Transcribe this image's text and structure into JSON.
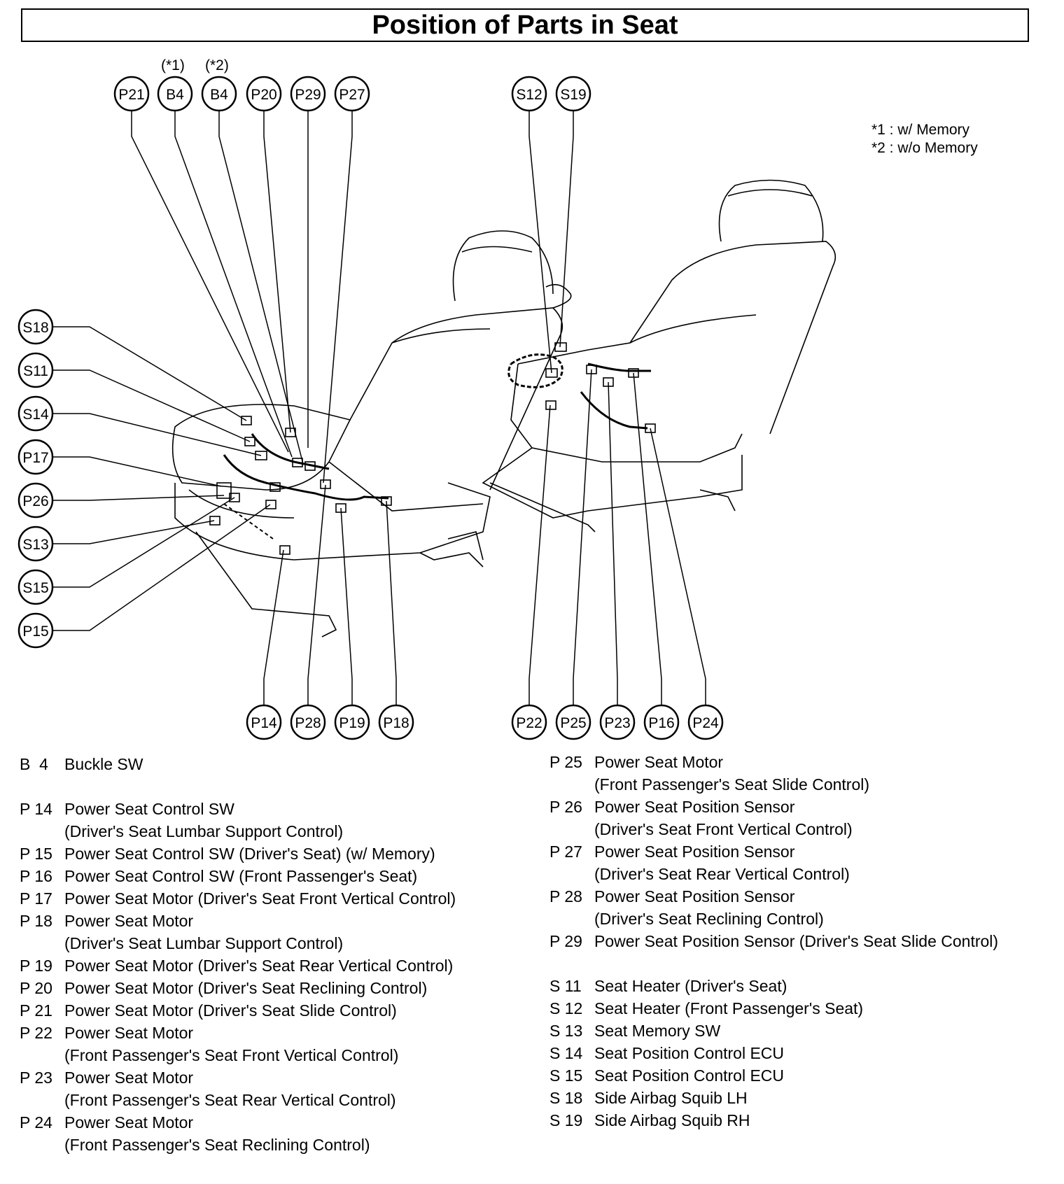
{
  "title": "Position of Parts in Seat",
  "notes": [
    {
      "mark": "*1",
      "text": "*1 : w/ Memory"
    },
    {
      "mark": "*2",
      "text": "*2 : w/o Memory"
    }
  ],
  "callouts": {
    "top_left": [
      {
        "id": "P21",
        "label": "P21",
        "note": ""
      },
      {
        "id": "B4a",
        "label": "B4",
        "note": "(*1)"
      },
      {
        "id": "B4b",
        "label": "B4",
        "note": "(*2)"
      },
      {
        "id": "P20",
        "label": "P20",
        "note": ""
      },
      {
        "id": "P29",
        "label": "P29",
        "note": ""
      },
      {
        "id": "P27",
        "label": "P27",
        "note": ""
      }
    ],
    "top_right": [
      {
        "id": "S12",
        "label": "S12"
      },
      {
        "id": "S19",
        "label": "S19"
      }
    ],
    "left": [
      {
        "id": "S18",
        "label": "S18"
      },
      {
        "id": "S11",
        "label": "S11"
      },
      {
        "id": "S14",
        "label": "S14"
      },
      {
        "id": "P17",
        "label": "P17"
      },
      {
        "id": "P26",
        "label": "P26"
      },
      {
        "id": "S13",
        "label": "S13"
      },
      {
        "id": "S15",
        "label": "S15"
      },
      {
        "id": "P15",
        "label": "P15"
      }
    ],
    "bottom_left": [
      {
        "id": "P14",
        "label": "P14"
      },
      {
        "id": "P28",
        "label": "P28"
      },
      {
        "id": "P19",
        "label": "P19"
      },
      {
        "id": "P18",
        "label": "P18"
      }
    ],
    "bottom_right": [
      {
        "id": "P22",
        "label": "P22"
      },
      {
        "id": "P25",
        "label": "P25"
      },
      {
        "id": "P23",
        "label": "P23"
      },
      {
        "id": "P16",
        "label": "P16"
      },
      {
        "id": "P24",
        "label": "P24"
      }
    ]
  },
  "legend_left": [
    {
      "code": "B  4",
      "lines": [
        "Buckle SW"
      ]
    },
    {
      "gap": true
    },
    {
      "code": "P 14",
      "lines": [
        "Power Seat Control SW",
        "(Driver's Seat Lumbar Support Control)"
      ]
    },
    {
      "code": "P 15",
      "lines": [
        "Power Seat Control SW (Driver's Seat) (w/ Memory)"
      ]
    },
    {
      "code": "P 16",
      "lines": [
        "Power Seat Control SW (Front Passenger's Seat)"
      ]
    },
    {
      "code": "P 17",
      "lines": [
        "Power Seat Motor (Driver's Seat Front Vertical Control)"
      ]
    },
    {
      "code": "P 18",
      "lines": [
        "Power Seat Motor",
        "(Driver's Seat Lumbar Support Control)"
      ]
    },
    {
      "code": "P 19",
      "lines": [
        "Power Seat Motor (Driver's Seat Rear Vertical Control)"
      ]
    },
    {
      "code": "P 20",
      "lines": [
        "Power Seat Motor (Driver's Seat Reclining Control)"
      ]
    },
    {
      "code": "P 21",
      "lines": [
        "Power Seat Motor (Driver's Seat Slide Control)"
      ]
    },
    {
      "code": "P 22",
      "lines": [
        "Power Seat Motor",
        "(Front Passenger's Seat Front Vertical Control)"
      ]
    },
    {
      "code": "P 23",
      "lines": [
        "Power Seat Motor",
        "(Front Passenger's Seat Rear Vertical Control)"
      ]
    },
    {
      "code": "P 24",
      "lines": [
        "Power Seat Motor",
        "(Front Passenger's Seat Reclining Control)"
      ]
    }
  ],
  "legend_right": [
    {
      "code": "P 25",
      "lines": [
        "Power Seat Motor",
        "(Front Passenger's Seat Slide Control)"
      ]
    },
    {
      "code": "P 26",
      "lines": [
        "Power Seat Position Sensor",
        "(Driver's Seat Front Vertical Control)"
      ]
    },
    {
      "code": "P 27",
      "lines": [
        "Power Seat Position Sensor",
        "(Driver's Seat Rear Vertical Control)"
      ]
    },
    {
      "code": "P 28",
      "lines": [
        "Power Seat Position Sensor",
        "(Driver's Seat Reclining Control)"
      ]
    },
    {
      "code": "P 29",
      "lines": [
        "Power Seat Position Sensor (Driver's Seat Slide Control)"
      ]
    },
    {
      "gap": true
    },
    {
      "code": "S 11",
      "lines": [
        "Seat Heater (Driver's Seat)"
      ]
    },
    {
      "code": "S 12",
      "lines": [
        "Seat Heater (Front Passenger's Seat)"
      ]
    },
    {
      "code": "S 13",
      "lines": [
        "Seat Memory SW"
      ]
    },
    {
      "code": "S 14",
      "lines": [
        "Seat Position Control ECU"
      ]
    },
    {
      "code": "S 15",
      "lines": [
        "Seat Position Control ECU"
      ]
    },
    {
      "code": "S 18",
      "lines": [
        "Side Airbag Squib LH"
      ]
    },
    {
      "code": "S 19",
      "lines": [
        "Side Airbag Squib RH"
      ]
    }
  ]
}
